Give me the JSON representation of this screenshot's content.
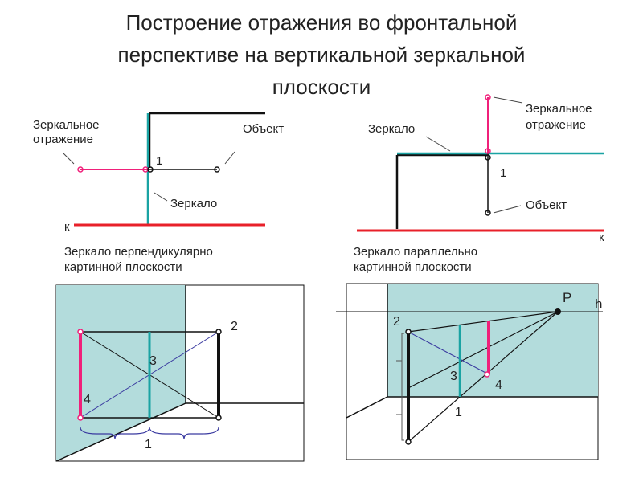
{
  "title_lines": [
    "Построение отражения во фронтальной",
    "перспективе на вертикальной зеркальной",
    "плоскости"
  ],
  "top_left": {
    "label_reflection_line1": "Зеркальное",
    "label_reflection_line2": "отражение",
    "label_object": "Объект",
    "label_mirror": "Зеркало",
    "label_point": "1",
    "label_k": "к",
    "caption_line1": "Зеркало перпендикулярно",
    "caption_line2": "картинной плоскости"
  },
  "top_right": {
    "label_mirror": "Зеркало",
    "label_reflection_line1": "Зеркальное",
    "label_reflection_line2": "отражение",
    "label_point": "1",
    "label_object": "Объект",
    "label_k": "к",
    "caption_line1": "Зеркало параллельно",
    "caption_line2": "картинной плоскости"
  },
  "bottom_left": {
    "label_2": "2",
    "label_3": "3",
    "label_4": "4",
    "label_1": "1"
  },
  "bottom_right": {
    "label_P": "P",
    "label_h": "h",
    "label_2": "2",
    "label_3": "3",
    "label_4": "4",
    "label_1": "1"
  },
  "colors": {
    "mirror": "#1aa3a3",
    "reflection": "#f0207a",
    "ground": "#e8202a",
    "panel_fill": "#b3dcdc",
    "object": "#111111"
  }
}
